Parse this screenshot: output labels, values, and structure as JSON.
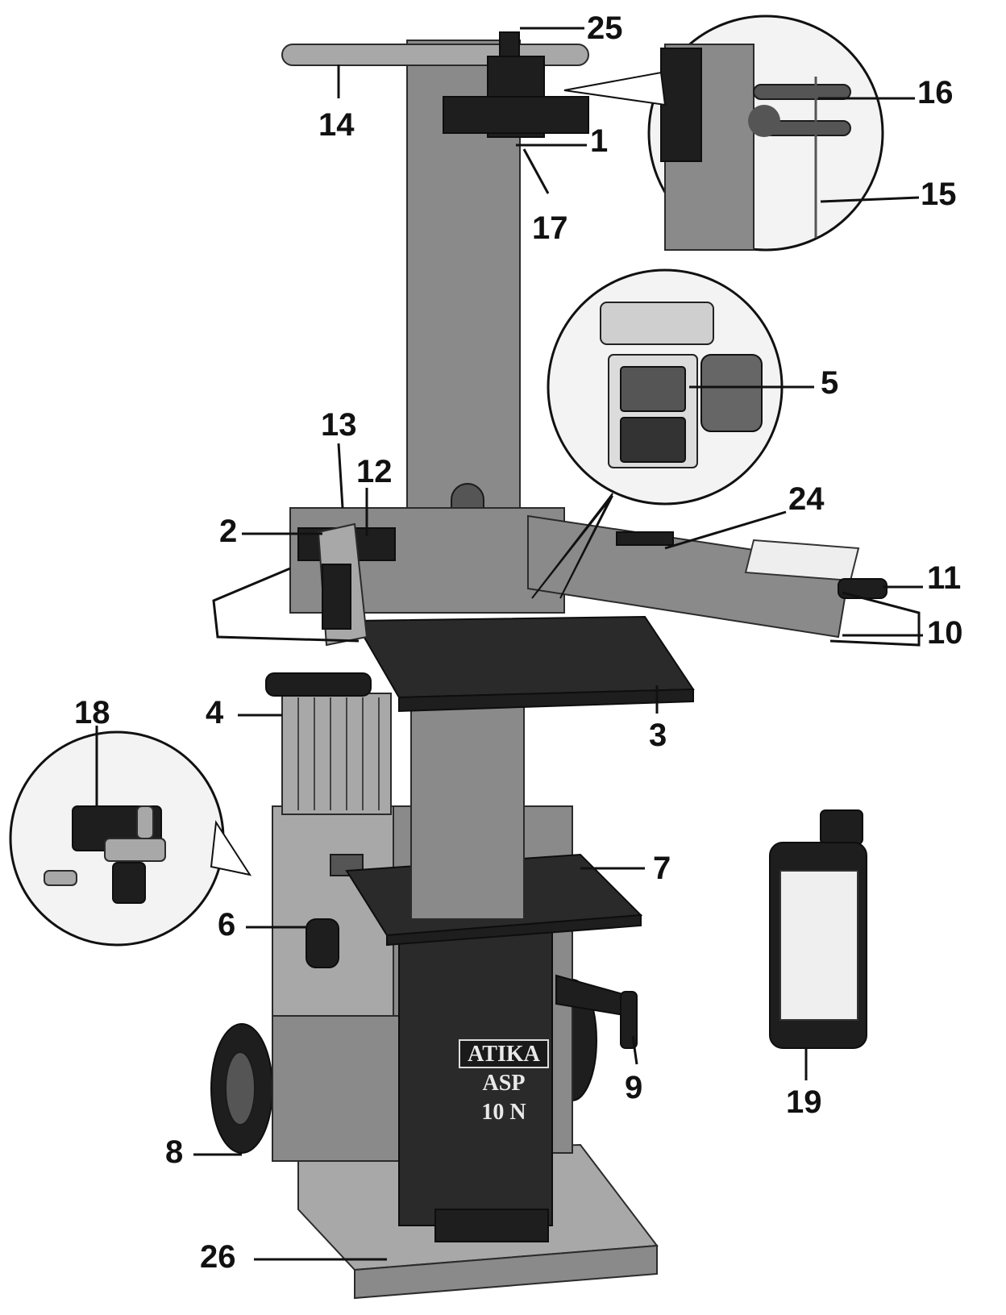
{
  "callouts": [
    {
      "id": "c25",
      "label": "25"
    },
    {
      "id": "c14",
      "label": "14"
    },
    {
      "id": "c1",
      "label": "1"
    },
    {
      "id": "c17",
      "label": "17"
    },
    {
      "id": "c16",
      "label": "16"
    },
    {
      "id": "c15",
      "label": "15"
    },
    {
      "id": "c5",
      "label": "5"
    },
    {
      "id": "c13",
      "label": "13"
    },
    {
      "id": "c12",
      "label": "12"
    },
    {
      "id": "c2",
      "label": "2"
    },
    {
      "id": "c24",
      "label": "24"
    },
    {
      "id": "c11",
      "label": "11"
    },
    {
      "id": "c10",
      "label": "10"
    },
    {
      "id": "c18",
      "label": "18"
    },
    {
      "id": "c4",
      "label": "4"
    },
    {
      "id": "c3",
      "label": "3"
    },
    {
      "id": "c7",
      "label": "7"
    },
    {
      "id": "c6",
      "label": "6"
    },
    {
      "id": "c9",
      "label": "9"
    },
    {
      "id": "c19",
      "label": "19"
    },
    {
      "id": "c8",
      "label": "8"
    },
    {
      "id": "c26",
      "label": "26"
    }
  ],
  "machine_badge": {
    "brand": "ATIKA",
    "model_line1": "ASP",
    "model_line2": "10 N"
  },
  "colors": {
    "metal": "#8a8a8a",
    "dark": "#1e1e1e",
    "ink": "#111111"
  }
}
